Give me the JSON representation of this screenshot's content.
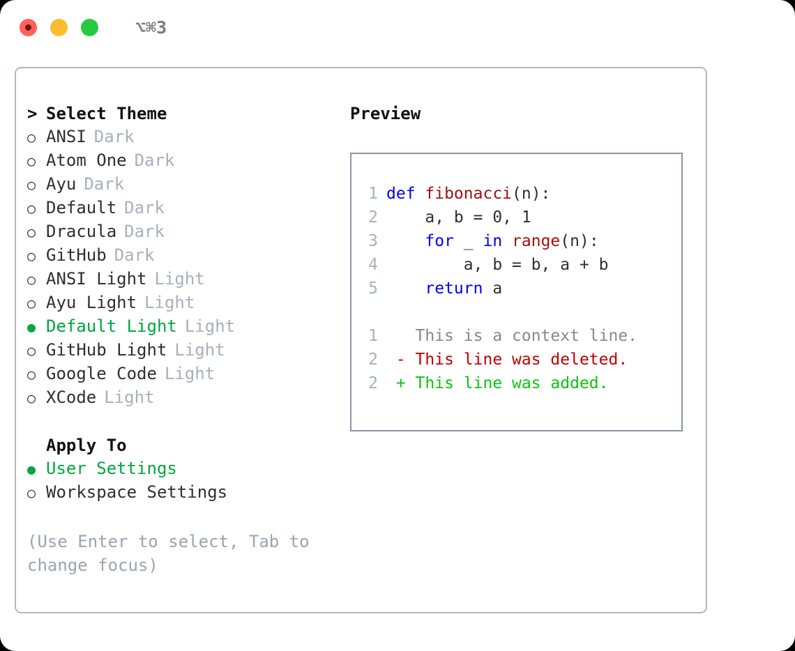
{
  "titlebar": {
    "buttons": [
      {
        "name": "close-button",
        "color": "#fd6158"
      },
      {
        "name": "minimize-button",
        "color": "#fdbc2e"
      },
      {
        "name": "maximize-button",
        "color": "#26ca40"
      }
    ],
    "shortcut": "⌥⌘3"
  },
  "colors": {
    "accent_green": "#00a63f",
    "muted": "#a7b0bd",
    "hint": "#9aa4b2",
    "keyword_blue": "#0000ee",
    "function_red": "#a01010",
    "diff_added": "#0ec40e",
    "diff_deleted": "#c00000",
    "border": "#aeb7c4",
    "preview_border": "#8a94a6"
  },
  "theme_picker": {
    "header": "Select Theme",
    "header_marker": ">",
    "items": [
      {
        "marker": "○",
        "label": "ANSI",
        "variant": "Dark",
        "selected": false
      },
      {
        "marker": "○",
        "label": "Atom One",
        "variant": "Dark",
        "selected": false
      },
      {
        "marker": "○",
        "label": "Ayu",
        "variant": "Dark",
        "selected": false
      },
      {
        "marker": "○",
        "label": "Default",
        "variant": "Dark",
        "selected": false
      },
      {
        "marker": "○",
        "label": "Dracula",
        "variant": "Dark",
        "selected": false
      },
      {
        "marker": "○",
        "label": "GitHub",
        "variant": "Dark",
        "selected": false
      },
      {
        "marker": "○",
        "label": "ANSI Light",
        "variant": "Light",
        "selected": false
      },
      {
        "marker": "○",
        "label": "Ayu Light",
        "variant": "Light",
        "selected": false
      },
      {
        "marker": "●",
        "label": "Default Light",
        "variant": "Light",
        "selected": true
      },
      {
        "marker": "○",
        "label": "GitHub Light",
        "variant": "Light",
        "selected": false
      },
      {
        "marker": "○",
        "label": "Google Code",
        "variant": "Light",
        "selected": false
      },
      {
        "marker": "○",
        "label": "XCode",
        "variant": "Light",
        "selected": false
      }
    ]
  },
  "apply_to": {
    "header": "Apply To",
    "items": [
      {
        "marker": "●",
        "label": "User Settings",
        "selected": true
      },
      {
        "marker": "○",
        "label": "Workspace Settings",
        "selected": false
      }
    ]
  },
  "hint": "(Use Enter to select, Tab to change focus)",
  "preview": {
    "title": "Preview",
    "code_lines": [
      {
        "lineno": "1",
        "tokens": [
          {
            "text": "def ",
            "style": "kw"
          },
          {
            "text": "fibonacci",
            "style": "fn"
          },
          {
            "text": "(n):",
            "style": "code"
          }
        ]
      },
      {
        "lineno": "2",
        "tokens": [
          {
            "text": "    a, b = 0, 1",
            "style": "code"
          }
        ]
      },
      {
        "lineno": "3",
        "tokens": [
          {
            "text": "    ",
            "style": "code"
          },
          {
            "text": "for",
            "style": "kw"
          },
          {
            "text": " _ ",
            "style": "code"
          },
          {
            "text": "in ",
            "style": "kw"
          },
          {
            "text": "range",
            "style": "fn"
          },
          {
            "text": "(n):",
            "style": "code"
          }
        ]
      },
      {
        "lineno": "4",
        "tokens": [
          {
            "text": "        a, b = b, a + b",
            "style": "code"
          }
        ]
      },
      {
        "lineno": "5",
        "tokens": [
          {
            "text": "    ",
            "style": "code"
          },
          {
            "text": "return",
            "style": "kw"
          },
          {
            "text": " a",
            "style": "code"
          }
        ]
      }
    ],
    "diff_lines": [
      {
        "lineno": "1",
        "tokens": [
          {
            "text": "   This is a context line.",
            "style": "ctx"
          }
        ]
      },
      {
        "lineno": "2",
        "tokens": [
          {
            "text": " - This line was deleted.",
            "style": "del"
          }
        ]
      },
      {
        "lineno": "2",
        "tokens": [
          {
            "text": " + This line was added.",
            "style": "add"
          }
        ]
      }
    ]
  }
}
